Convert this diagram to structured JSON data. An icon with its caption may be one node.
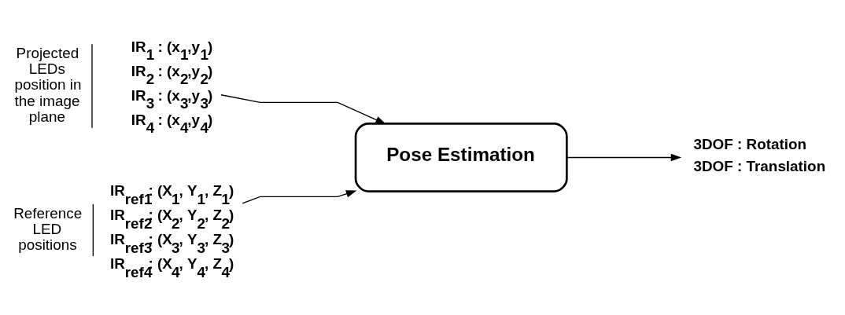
{
  "diagram": {
    "nodes": [
      {
        "text": [
          "IR$_{1}$ : (x$_{1}$,y$_{1}$)",
          "IR$_{2}$ : (x$_{2}$,y$_{2}$)",
          "IR$_{3}$ : (x$_{3}$,y$_{3}$)",
          "IR$_{4}$ : (x$_{4}$,y$_{4}$)"
        ],
        "beside": [
          "Projected LEDs position in the image plane"
        ]
      },
      {
        "text": [
          "Pose Estimation"
        ]
      },
      {
        "text": [
          "IR$_{ref1}$: (X$_{1}$, Y$_{1}$, Z$_{1}$)",
          "IR$_{ref2}$: (X$_{2}$, Y$_{2}$, Z$_{2}$)",
          "IR$_{ref3}$: (X$_{3}$, Y$_{3}$, Z$_{3}$)",
          "IR$_{ref4}$: (X$_{4}$, Y$_{4}$, Z$_{4}$)"
        ],
        "beside": [
          "Reference LED positions"
        ]
      },
      {
        "text": [
          "3DOF : Rotation",
          "3DOF : Translation"
        ]
      }
    ],
    "edges": [
      {
        "from": 0,
        "to": 1,
        "arrow": "to"
      },
      {
        "from": 2,
        "to": 1,
        "arrow": "to"
      },
      {
        "from": 1,
        "to": 3,
        "arrow": "to"
      }
    ]
  }
}
